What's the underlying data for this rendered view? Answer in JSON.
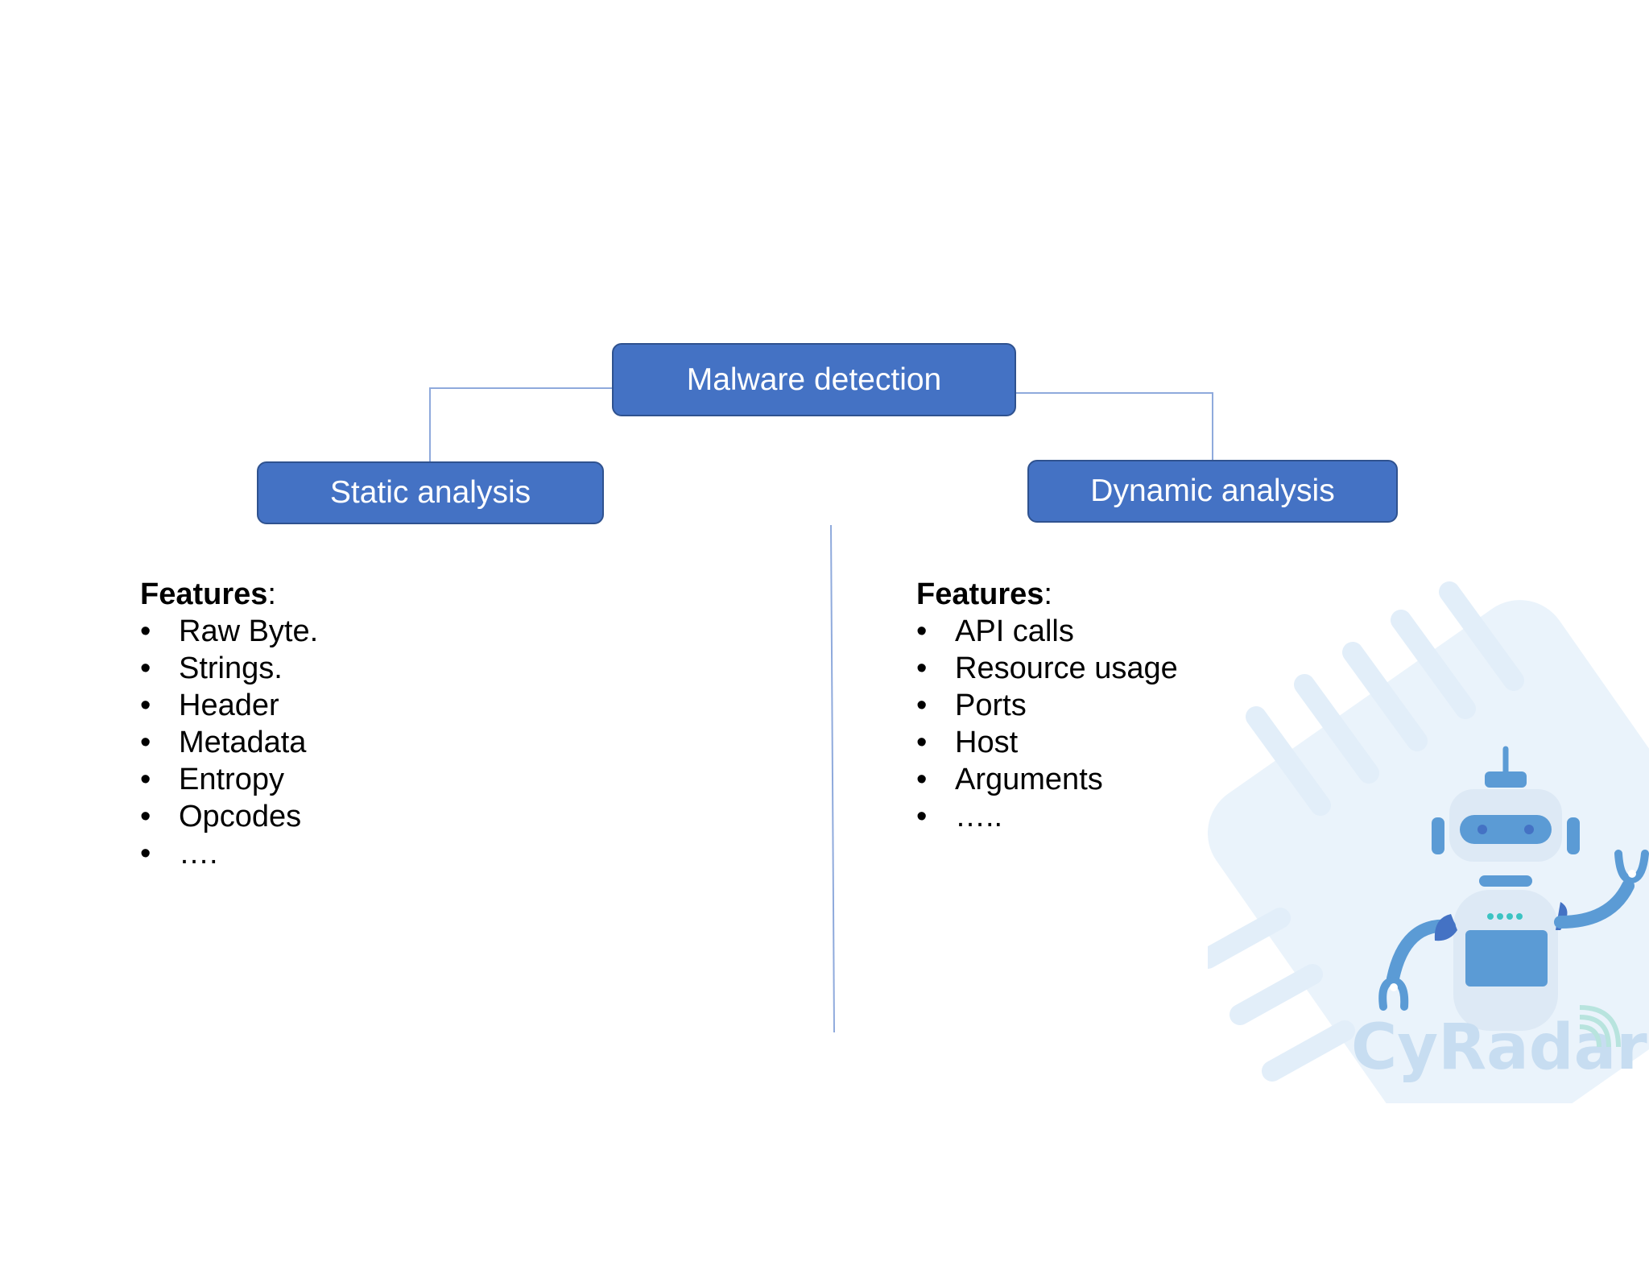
{
  "diagram": {
    "root": {
      "label": "Malware detection"
    },
    "branches": [
      {
        "id": "static",
        "label": "Static analysis",
        "features_heading": "Features",
        "features_suffix": ":",
        "features": [
          "Raw Byte.",
          "Strings.",
          "Header",
          "Metadata",
          "Entropy",
          "Opcodes",
          "…."
        ]
      },
      {
        "id": "dynamic",
        "label": "Dynamic analysis",
        "features_heading": "Features",
        "features_suffix": ":",
        "features": [
          "API calls",
          "Resource usage",
          "Ports",
          "Host",
          "Arguments",
          "….."
        ]
      }
    ],
    "bullet": "•"
  },
  "logo": {
    "brand": "CyRadar",
    "icon": "robot-icon"
  },
  "colors": {
    "node_fill": "#4472c4",
    "node_border": "#2f528f",
    "connector": "#8faadc",
    "logo_bg": "#eaf3fb",
    "robot_blue": "#5b9bd5",
    "robot_dark": "#4472c4",
    "robot_light": "#dde9f5",
    "accent_teal": "#3cc3c3"
  }
}
